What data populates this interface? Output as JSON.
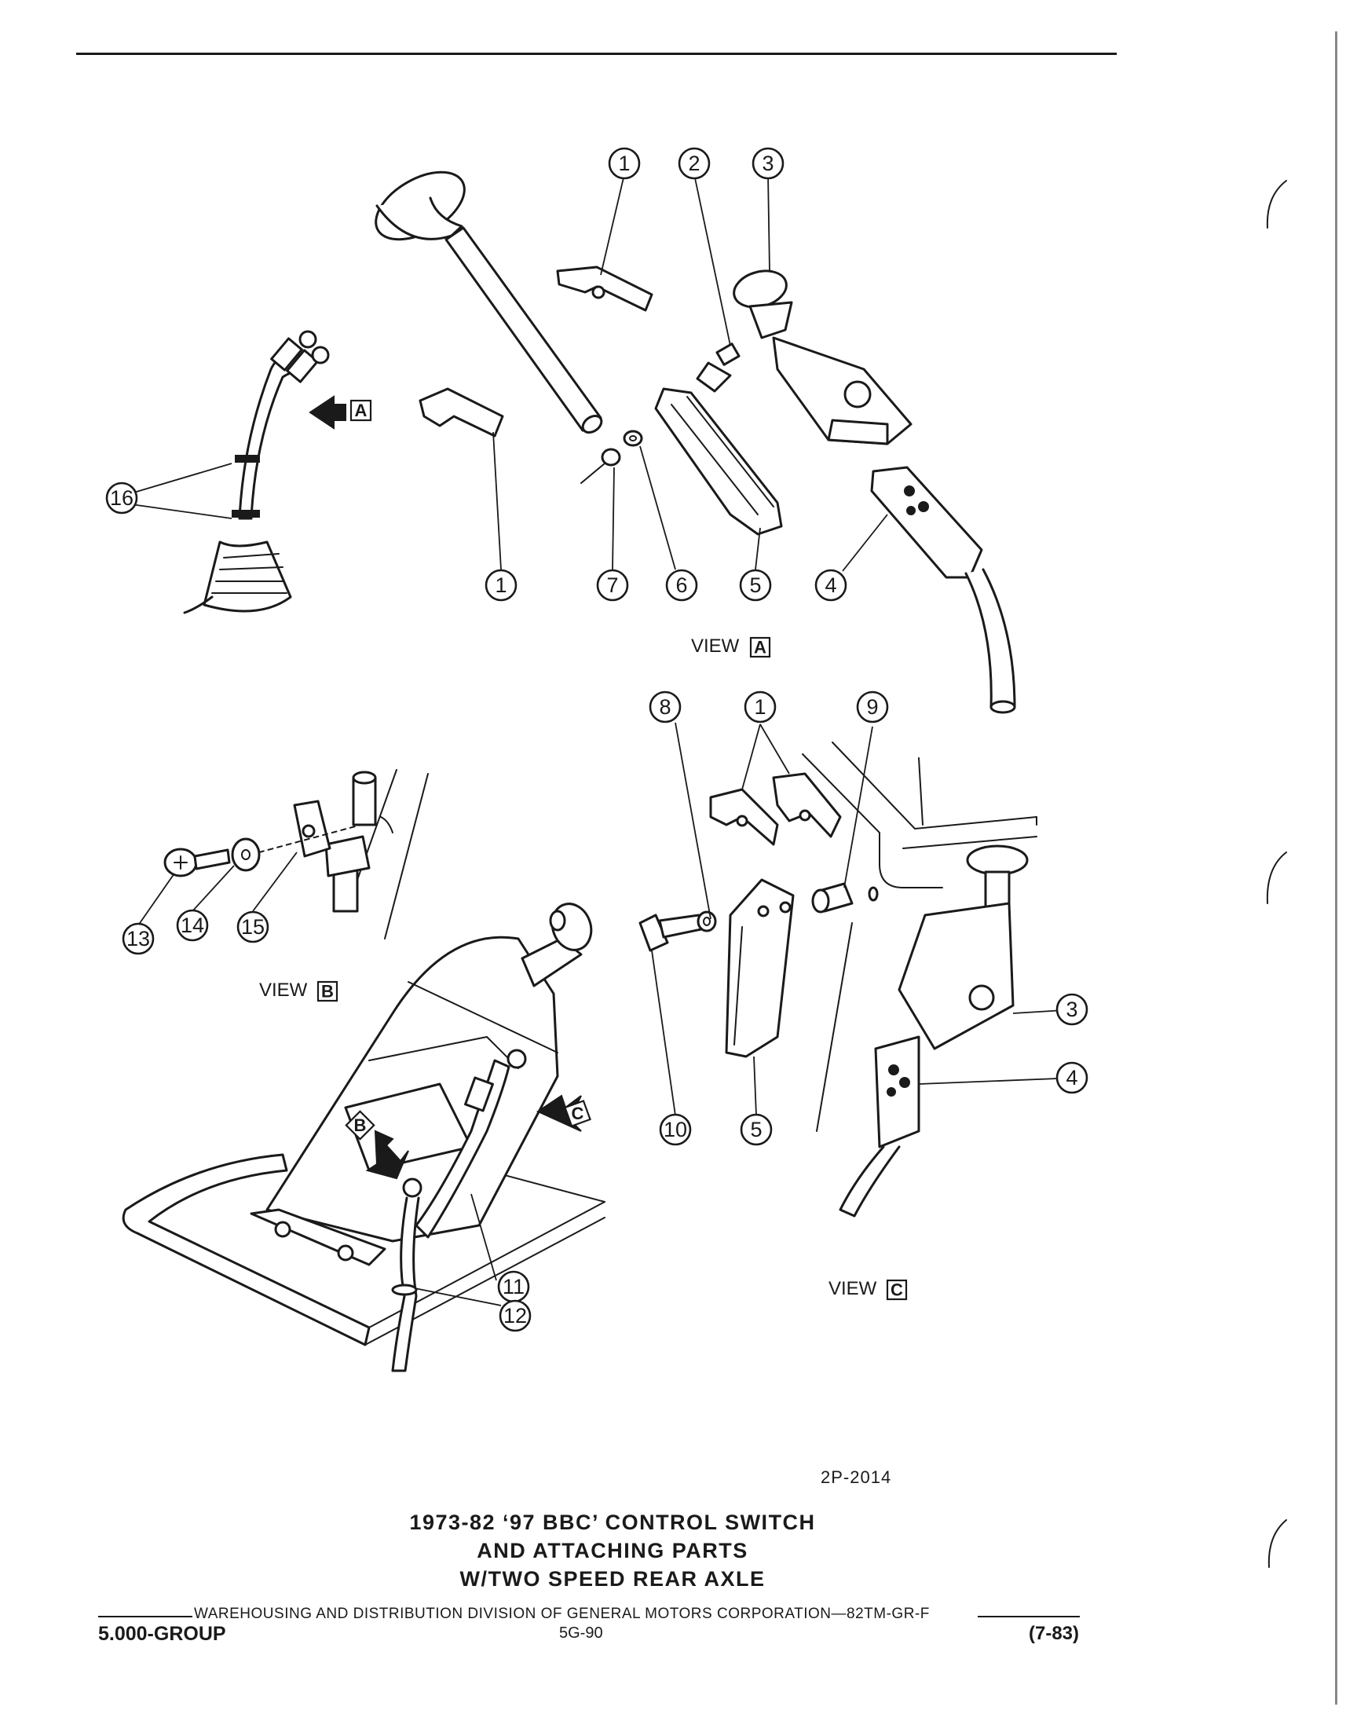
{
  "views": {
    "a": {
      "label": "VIEW",
      "letter": "A"
    },
    "b": {
      "label": "VIEW",
      "letter": "B"
    },
    "c": {
      "label": "VIEW",
      "letter": "C"
    }
  },
  "arrow_letters": {
    "a": "A",
    "b": "B",
    "c": "C"
  },
  "callouts": {
    "a_top_1": "1",
    "a_top_2": "2",
    "a_top_3": "3",
    "a_16": "16",
    "a_bot_1": "1",
    "a_7": "7",
    "a_6": "6",
    "a_5": "5",
    "a_4": "4",
    "c_8": "8",
    "c_1": "1",
    "c_9": "9",
    "c_3": "3",
    "c_4": "4",
    "c_10": "10",
    "c_5": "5",
    "b_13": "13",
    "b_14": "14",
    "b_15": "15",
    "m_11": "11",
    "m_12": "12"
  },
  "figure_code": "2P-2014",
  "caption": {
    "line1": "1973-82 ‘97 BBC’ CONTROL SWITCH",
    "line2": "AND ATTACHING PARTS",
    "line3": "W/TWO SPEED REAR AXLE"
  },
  "footer": {
    "credit": "WAREHOUSING AND DISTRIBUTION  DIVISION OF GENERAL MOTORS CORPORATION—82TM-GR-F",
    "group": "5.000-GROUP",
    "page": "5G-90",
    "revision": "(7-83)"
  }
}
